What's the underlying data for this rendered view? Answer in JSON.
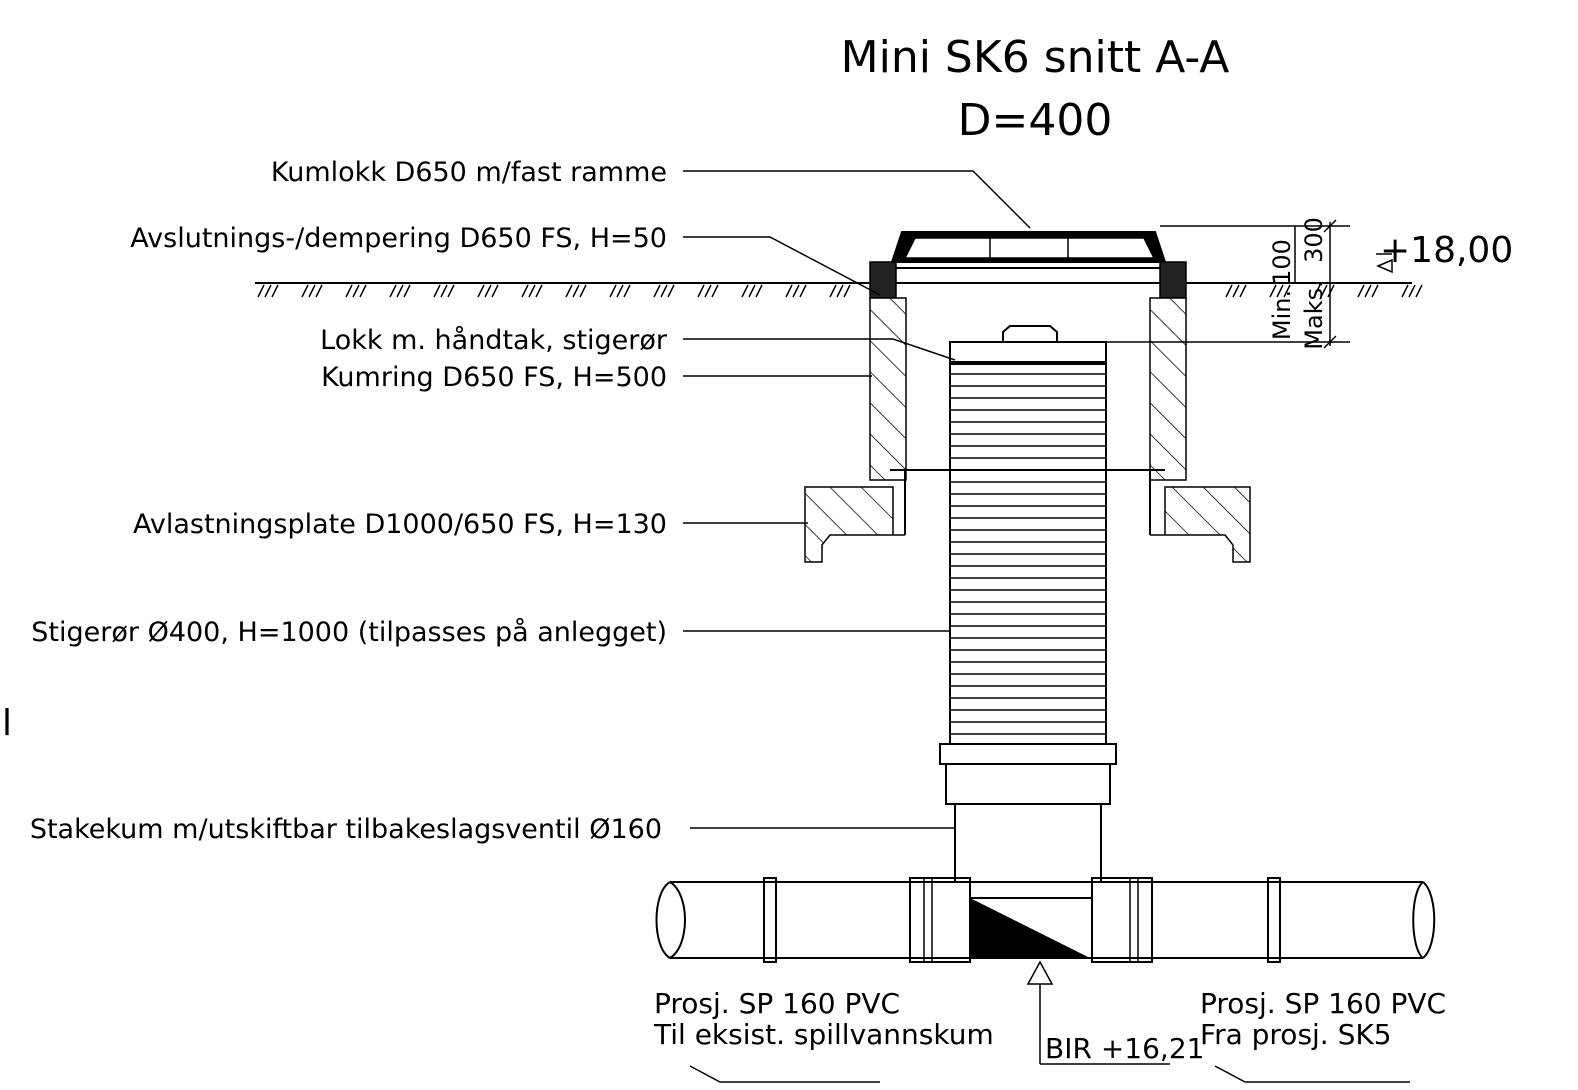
{
  "title": {
    "line1": "Mini SK6 snitt A-A",
    "line2": "D=400"
  },
  "labels": {
    "kumlokk": "Kumlokk D650 m/fast ramme",
    "avslutning": "Avslutnings-/dempering D650 FS, H=50",
    "lokk": "Lokk m. håndtak, stigerør",
    "kumring": "Kumring D650 FS, H=500",
    "avlastning": "Avlastningsplate D1000/650 FS, H=130",
    "stigeror": "Stigerør Ø400, H=1000 (tilpasses på anlegget)",
    "stakekum": "Stakekum m/utskiftbar tilbakeslagsventil Ø160"
  },
  "elevation_top": "+18,00",
  "dims": {
    "min_label": "Min.",
    "maks_label": "Maks.",
    "min_value": "100",
    "maks_value": "300"
  },
  "pipe_left": {
    "line1": "Prosj. SP 160 PVC",
    "line2": "Til eksist. spillvannskum"
  },
  "pipe_right": {
    "line1": "Prosj. SP 160 PVC",
    "line2": "Fra prosj. SK5"
  },
  "bir": "BIR +16,21",
  "edge_fragment": "il"
}
